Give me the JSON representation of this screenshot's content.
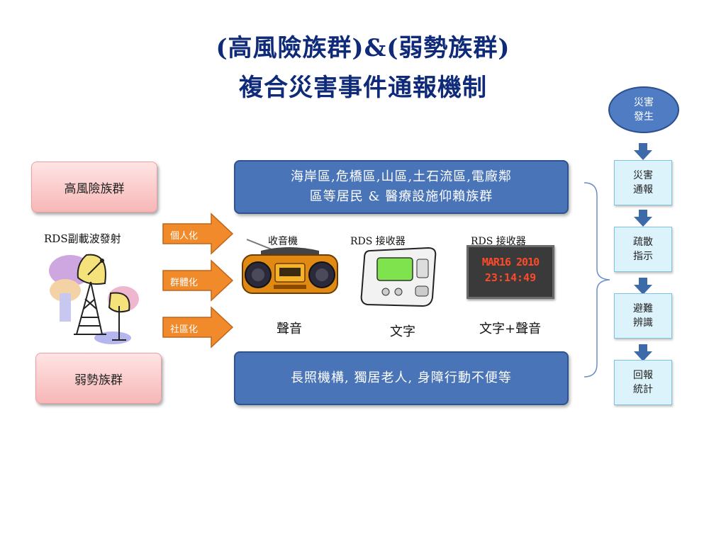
{
  "title": {
    "line1": "(高風險族群)&(弱勢族群)",
    "line2": "複合災害事件通報機制"
  },
  "left": {
    "high_risk": "高風險族群",
    "vulnerable": "弱勢族群",
    "rds_broadcast": "RDS副載波發射"
  },
  "arrows": [
    "個人化",
    "群體化",
    "社區化"
  ],
  "boxes": {
    "top_line1": "海岸區,危橋區,山區,土石流區,電廠鄰",
    "top_line2": "區等居民 & 醫療設施仰賴族群",
    "bottom": "長照機構, 獨居老人, 身障行動不便等"
  },
  "devices": {
    "radio_label": "收音機",
    "receiver1_label": "RDS 接收器",
    "receiver2_label": "RDS 接收器",
    "led_line1": "MAR16 2010",
    "led_line2": "23:14:49",
    "out1": "聲音",
    "out2": "文字",
    "out3": "文字+聲音"
  },
  "flow": {
    "start_line1": "災害",
    "start_line2": "發生",
    "steps": [
      {
        "l1": "災害",
        "l2": "通報"
      },
      {
        "l1": "疏散",
        "l2": "指示"
      },
      {
        "l1": "避難",
        "l2": "辨識"
      },
      {
        "l1": "回報",
        "l2": "統計"
      }
    ]
  },
  "colors": {
    "title": "#0e2a78",
    "box_blue": "#4a74b8",
    "arrow_orange": "#f08a2a",
    "flow_arrow": "#3d6aa8",
    "step_bg": "#ddf3fb"
  }
}
